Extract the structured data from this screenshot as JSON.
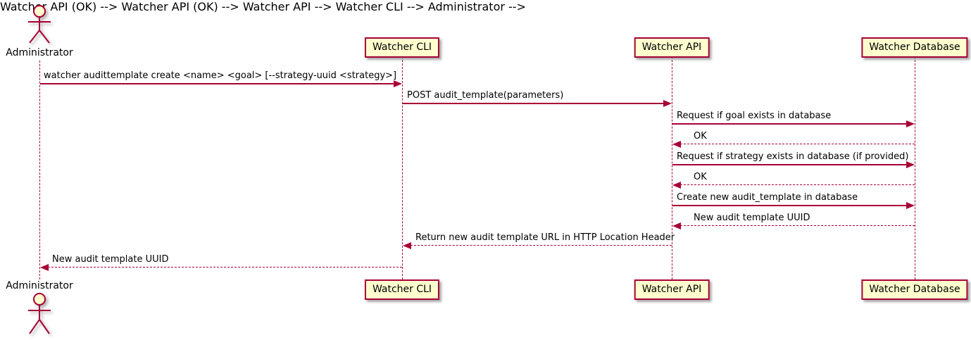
{
  "diagram": {
    "type": "sequence-diagram",
    "tool_style": "plantuml"
  },
  "colors": {
    "background": "#FFFFFF",
    "participant_fill": "#FEFECE",
    "participant_border": "#A80036",
    "arrow": "#A80036",
    "text": "#000000"
  },
  "participants": [
    {
      "name": "Administrator",
      "kind": "actor"
    },
    {
      "name": "Watcher CLI",
      "kind": "participant"
    },
    {
      "name": "Watcher API",
      "kind": "participant"
    },
    {
      "name": "Watcher Database",
      "kind": "participant"
    }
  ],
  "messages": [
    {
      "from": "Administrator",
      "to": "Watcher CLI",
      "line": "solid",
      "label": "watcher audittemplate create <name> <goal> [--strategy-uuid <strategy>]"
    },
    {
      "from": "Watcher CLI",
      "to": "Watcher API",
      "line": "solid",
      "label": "POST audit_template(parameters)"
    },
    {
      "from": "Watcher API",
      "to": "Watcher Database",
      "line": "solid",
      "label": "Request if goal exists in database"
    },
    {
      "from": "Watcher Database",
      "to": "Watcher API",
      "line": "dashed",
      "label": "OK"
    },
    {
      "from": "Watcher API",
      "to": "Watcher Database",
      "line": "solid",
      "label": "Request if strategy exists in database (if provided)"
    },
    {
      "from": "Watcher Database",
      "to": "Watcher API",
      "line": "dashed",
      "label": "OK"
    },
    {
      "from": "Watcher API",
      "to": "Watcher Database",
      "line": "solid",
      "label": "Create new audit_template in database"
    },
    {
      "from": "Watcher Database",
      "to": "Watcher API",
      "line": "dashed",
      "label": "New audit template UUID"
    },
    {
      "from": "Watcher API",
      "to": "Watcher CLI",
      "line": "dashed",
      "label": "Return new audit template URL in HTTP Location Header"
    },
    {
      "from": "Watcher CLI",
      "to": "Administrator",
      "line": "dashed",
      "label": "New audit template UUID"
    }
  ]
}
